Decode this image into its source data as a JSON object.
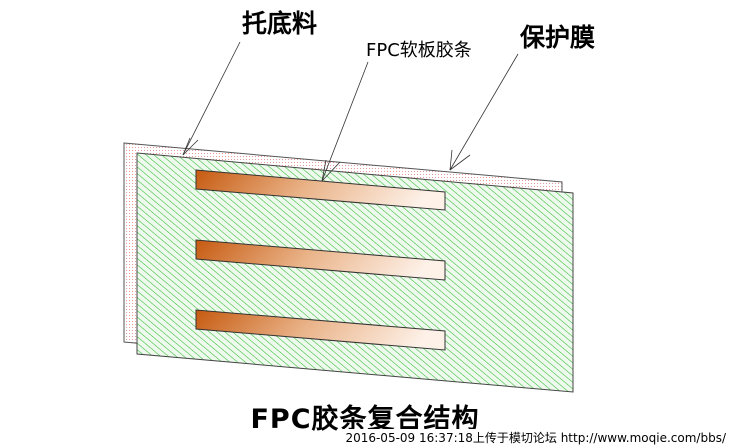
{
  "labels": {
    "base": "托底料",
    "fpc_strip": "FPC软板胶条",
    "protect_film": "保护膜"
  },
  "title": "FPC胶条复合结构",
  "watermark": "2016-05-09 16:37:18上传于模切论坛 http://www.moqie.com/bbs/",
  "colors": {
    "film": "#3fbf3f",
    "base": "#e8a0a0",
    "strip": "#c8651e"
  }
}
